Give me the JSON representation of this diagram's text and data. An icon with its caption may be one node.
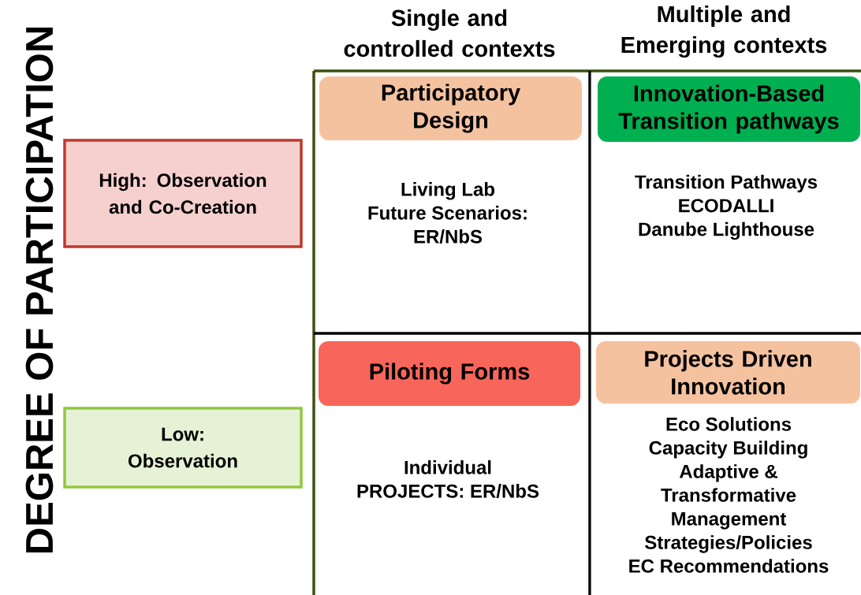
{
  "diagram": {
    "nodes": [
      {
        "text": [
          "High: Observation and Co-Creation"
        ]
      },
      {
        "text": [
          "Low: Observation"
        ]
      },
      {
        "text": [
          "Participatory Design"
        ]
      },
      {
        "text": [
          "Innovation-Based Transition pathways"
        ]
      },
      {
        "text": [
          "Piloting Forms"
        ]
      },
      {
        "text": [
          "Projects Driven Innovation"
        ]
      }
    ],
    "edges": [],
    "labels": [
      "Single and controlled contexts",
      "Multiple and Emerging contexts",
      "DEGREE OF PARTICIPATION",
      "Living Lab",
      "Future Scenarios: ER/NbS",
      "Transition Pathways",
      "ECODALLI",
      "Danube Lighthouse",
      "Individual PROJECTS: ER/NbS",
      "Eco Solutions",
      "Capacity Building",
      "Adaptive & Transformative Management",
      "Strategies/Policies",
      "EC Recommendations"
    ]
  }
}
